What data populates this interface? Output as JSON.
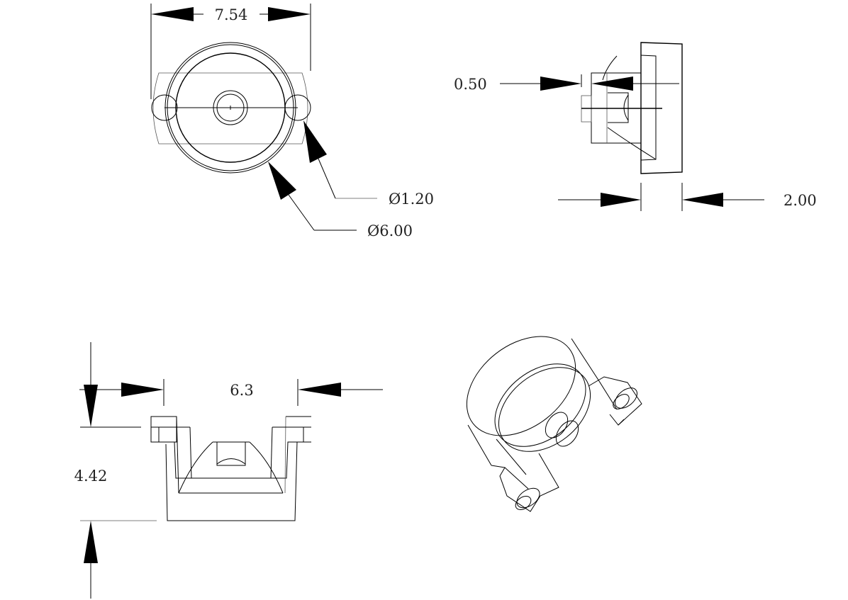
{
  "drawing": {
    "front_view": {
      "width_dim": "7.54",
      "hole_dia": "Ø1.20",
      "body_dia": "Ø6.00"
    },
    "side_view": {
      "step_dim": "0.50",
      "flange_dim": "2.00"
    },
    "bottom_view": {
      "span_dim": "6.3",
      "height_dim": "4.42"
    },
    "iso_view": {}
  }
}
